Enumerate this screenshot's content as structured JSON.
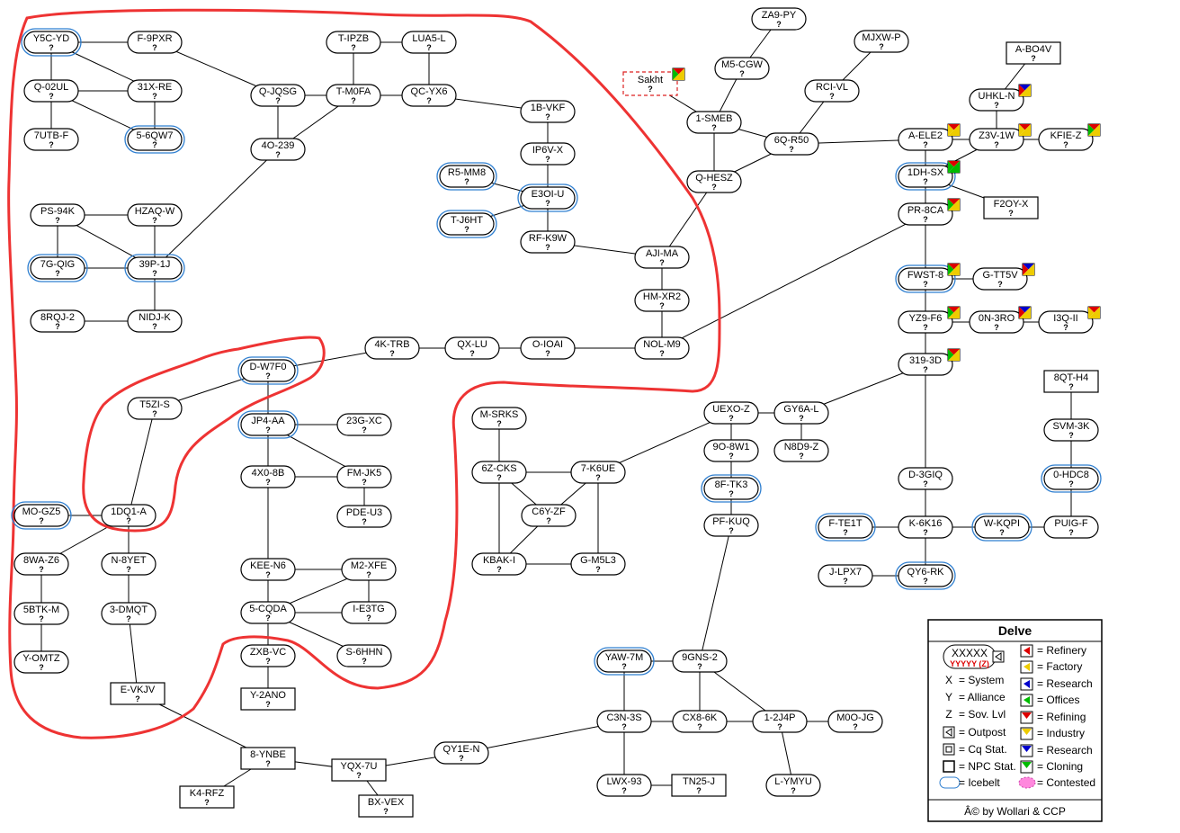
{
  "map": {
    "unknown_mark": "?",
    "annotation_color": "#ee3333",
    "icebelt_color": "#2f7fd0"
  },
  "systems": [
    {
      "id": "Y5C-YD",
      "icebelt": true
    },
    {
      "id": "F-9PXR"
    },
    {
      "id": "Q-02UL"
    },
    {
      "id": "31X-RE"
    },
    {
      "id": "7UTB-F"
    },
    {
      "id": "5-6QW7",
      "icebelt": true
    },
    {
      "id": "Q-JQSG"
    },
    {
      "id": "T-IPZB"
    },
    {
      "id": "LUA5-L"
    },
    {
      "id": "T-M0FA"
    },
    {
      "id": "QC-YX6"
    },
    {
      "id": "4O-239"
    },
    {
      "id": "1B-VKF"
    },
    {
      "id": "IP6V-X"
    },
    {
      "id": "R5-MM8",
      "icebelt": true
    },
    {
      "id": "E3OI-U",
      "icebelt": true
    },
    {
      "id": "T-J6HT",
      "icebelt": true
    },
    {
      "id": "RF-K9W"
    },
    {
      "id": "PS-94K"
    },
    {
      "id": "HZAQ-W"
    },
    {
      "id": "7G-QIG",
      "icebelt": true
    },
    {
      "id": "39P-1J",
      "icebelt": true
    },
    {
      "id": "8RQJ-2"
    },
    {
      "id": "NIDJ-K"
    },
    {
      "id": "AJI-MA"
    },
    {
      "id": "HM-XR2"
    },
    {
      "id": "4K-TRB"
    },
    {
      "id": "QX-LU"
    },
    {
      "id": "O-IOAI"
    },
    {
      "id": "NOL-M9"
    },
    {
      "id": "D-W7F0",
      "icebelt": true
    },
    {
      "id": "T5ZI-S"
    },
    {
      "id": "JP4-AA",
      "icebelt": true
    },
    {
      "id": "23G-XC"
    },
    {
      "id": "4X0-8B"
    },
    {
      "id": "FM-JK5"
    },
    {
      "id": "PDE-U3"
    },
    {
      "id": "MO-GZ5",
      "icebelt": true
    },
    {
      "id": "1DQ1-A"
    },
    {
      "id": "8WA-Z6"
    },
    {
      "id": "N-8YET"
    },
    {
      "id": "5BTK-M"
    },
    {
      "id": "3-DMQT"
    },
    {
      "id": "Y-OMTZ"
    },
    {
      "id": "KEE-N6"
    },
    {
      "id": "M2-XFE"
    },
    {
      "id": "5-CQDA"
    },
    {
      "id": "I-E3TG"
    },
    {
      "id": "S-6HHN"
    },
    {
      "id": "ZXB-VC"
    },
    {
      "id": "M-SRKS"
    },
    {
      "id": "6Z-CKS"
    },
    {
      "id": "7-K6UE"
    },
    {
      "id": "C6Y-ZF"
    },
    {
      "id": "KBAK-I"
    },
    {
      "id": "G-M5L3"
    },
    {
      "id": "UEXO-Z"
    },
    {
      "id": "GY6A-L"
    },
    {
      "id": "9O-8W1"
    },
    {
      "id": "N8D9-Z"
    },
    {
      "id": "8F-TK3",
      "icebelt": true
    },
    {
      "id": "PF-KUQ"
    },
    {
      "id": "ZA9-PY"
    },
    {
      "id": "M5-CGW"
    },
    {
      "id": "MJXW-P"
    },
    {
      "id": "RCI-VL"
    },
    {
      "id": "1-SMEB"
    },
    {
      "id": "6Q-R50"
    },
    {
      "id": "Q-HESZ"
    },
    {
      "id": "UHKL-N"
    },
    {
      "id": "A-ELE2"
    },
    {
      "id": "Z3V-1W"
    },
    {
      "id": "KFIE-Z"
    },
    {
      "id": "1DH-SX",
      "icebelt": true
    },
    {
      "id": "PR-8CA"
    },
    {
      "id": "FWST-8",
      "icebelt": true
    },
    {
      "id": "G-TT5V"
    },
    {
      "id": "YZ9-F6"
    },
    {
      "id": "0N-3RO"
    },
    {
      "id": "I3Q-II"
    },
    {
      "id": "319-3D"
    },
    {
      "id": "SVM-3K"
    },
    {
      "id": "0-HDC8",
      "icebelt": true
    },
    {
      "id": "D-3GIQ"
    },
    {
      "id": "F-TE1T",
      "icebelt": true
    },
    {
      "id": "K-6K16"
    },
    {
      "id": "W-KQPI",
      "icebelt": true
    },
    {
      "id": "PUIG-F"
    },
    {
      "id": "J-LPX7"
    },
    {
      "id": "QY6-RK",
      "icebelt": true
    },
    {
      "id": "YAW-7M",
      "icebelt": true
    },
    {
      "id": "9GNS-2"
    },
    {
      "id": "C3N-3S"
    },
    {
      "id": "CX8-6K"
    },
    {
      "id": "1-2J4P"
    },
    {
      "id": "M0O-JG"
    },
    {
      "id": "LWX-93"
    },
    {
      "id": "L-YMYU"
    },
    {
      "id": "QY1E-N"
    },
    {
      "id": "A-BO4V",
      "npc": true
    },
    {
      "id": "F2OY-X",
      "npc": true
    },
    {
      "id": "8QT-H4",
      "npc": true
    },
    {
      "id": "E-VKJV",
      "npc": true
    },
    {
      "id": "Y-2ANO",
      "npc": true
    },
    {
      "id": "8-YNBE",
      "npc": true
    },
    {
      "id": "YQX-7U",
      "npc": true
    },
    {
      "id": "K4-RFZ",
      "npc": true
    },
    {
      "id": "BX-VEX",
      "npc": true
    },
    {
      "id": "TN25-J",
      "npc": true
    },
    {
      "id": "Sakht",
      "external": true
    }
  ],
  "connections": [
    [
      "Y5C-YD",
      "F-9PXR"
    ],
    [
      "Y5C-YD",
      "Q-02UL"
    ],
    [
      "Y5C-YD",
      "31X-RE"
    ],
    [
      "F-9PXR",
      "Q-JQSG"
    ],
    [
      "Q-02UL",
      "31X-RE"
    ],
    [
      "Q-02UL",
      "7UTB-F"
    ],
    [
      "Q-02UL",
      "5-6QW7"
    ],
    [
      "31X-RE",
      "5-6QW7"
    ],
    [
      "Q-JQSG",
      "T-M0FA"
    ],
    [
      "Q-JQSG",
      "4O-239"
    ],
    [
      "T-IPZB",
      "LUA5-L"
    ],
    [
      "T-IPZB",
      "T-M0FA"
    ],
    [
      "LUA5-L",
      "QC-YX6"
    ],
    [
      "T-M0FA",
      "QC-YX6"
    ],
    [
      "T-M0FA",
      "4O-239"
    ],
    [
      "QC-YX6",
      "1B-VKF"
    ],
    [
      "4O-239",
      "39P-1J"
    ],
    [
      "1B-VKF",
      "IP6V-X"
    ],
    [
      "IP6V-X",
      "E3OI-U"
    ],
    [
      "R5-MM8",
      "E3OI-U"
    ],
    [
      "T-J6HT",
      "E3OI-U"
    ],
    [
      "E3OI-U",
      "RF-K9W"
    ],
    [
      "RF-K9W",
      "AJI-MA"
    ],
    [
      "PS-94K",
      "HZAQ-W"
    ],
    [
      "PS-94K",
      "7G-QIG"
    ],
    [
      "PS-94K",
      "39P-1J"
    ],
    [
      "HZAQ-W",
      "39P-1J"
    ],
    [
      "7G-QIG",
      "39P-1J"
    ],
    [
      "39P-1J",
      "NIDJ-K"
    ],
    [
      "8RQJ-2",
      "NIDJ-K"
    ],
    [
      "AJI-MA",
      "HM-XR2"
    ],
    [
      "AJI-MA",
      "Q-HESZ"
    ],
    [
      "HM-XR2",
      "NOL-M9"
    ],
    [
      "4K-TRB",
      "QX-LU"
    ],
    [
      "QX-LU",
      "O-IOAI"
    ],
    [
      "O-IOAI",
      "NOL-M9"
    ],
    [
      "NOL-M9",
      "PR-8CA"
    ],
    [
      "4K-TRB",
      "D-W7F0"
    ],
    [
      "D-W7F0",
      "T5ZI-S"
    ],
    [
      "D-W7F0",
      "JP4-AA"
    ],
    [
      "T5ZI-S",
      "1DQ1-A"
    ],
    [
      "JP4-AA",
      "23G-XC"
    ],
    [
      "JP4-AA",
      "4X0-8B"
    ],
    [
      "JP4-AA",
      "FM-JK5"
    ],
    [
      "4X0-8B",
      "FM-JK5"
    ],
    [
      "FM-JK5",
      "PDE-U3"
    ],
    [
      "4X0-8B",
      "KEE-N6"
    ],
    [
      "MO-GZ5",
      "1DQ1-A"
    ],
    [
      "1DQ1-A",
      "8WA-Z6"
    ],
    [
      "1DQ1-A",
      "N-8YET"
    ],
    [
      "8WA-Z6",
      "5BTK-M"
    ],
    [
      "5BTK-M",
      "Y-OMTZ"
    ],
    [
      "N-8YET",
      "3-DMQT"
    ],
    [
      "3-DMQT",
      "E-VKJV"
    ],
    [
      "KEE-N6",
      "M2-XFE"
    ],
    [
      "KEE-N6",
      "5-CQDA"
    ],
    [
      "M2-XFE",
      "5-CQDA"
    ],
    [
      "M2-XFE",
      "I-E3TG"
    ],
    [
      "5-CQDA",
      "I-E3TG"
    ],
    [
      "5-CQDA",
      "S-6HHN"
    ],
    [
      "5-CQDA",
      "ZXB-VC"
    ],
    [
      "ZXB-VC",
      "Y-2ANO"
    ],
    [
      "M-SRKS",
      "6Z-CKS"
    ],
    [
      "6Z-CKS",
      "7-K6UE"
    ],
    [
      "6Z-CKS",
      "C6Y-ZF"
    ],
    [
      "6Z-CKS",
      "KBAK-I"
    ],
    [
      "7-K6UE",
      "C6Y-ZF"
    ],
    [
      "7-K6UE",
      "G-M5L3"
    ],
    [
      "C6Y-ZF",
      "KBAK-I"
    ],
    [
      "KBAK-I",
      "G-M5L3"
    ],
    [
      "7-K6UE",
      "UEXO-Z"
    ],
    [
      "UEXO-Z",
      "GY6A-L"
    ],
    [
      "UEXO-Z",
      "9O-8W1"
    ],
    [
      "GY6A-L",
      "N8D9-Z"
    ],
    [
      "GY6A-L",
      "319-3D"
    ],
    [
      "9O-8W1",
      "8F-TK3"
    ],
    [
      "8F-TK3",
      "PF-KUQ"
    ],
    [
      "PF-KUQ",
      "9GNS-2"
    ],
    [
      "ZA9-PY",
      "M5-CGW"
    ],
    [
      "M5-CGW",
      "1-SMEB"
    ],
    [
      "MJXW-P",
      "RCI-VL"
    ],
    [
      "RCI-VL",
      "6Q-R50"
    ],
    [
      "Sakht",
      "1-SMEB"
    ],
    [
      "1-SMEB",
      "6Q-R50"
    ],
    [
      "1-SMEB",
      "Q-HESZ"
    ],
    [
      "Q-HESZ",
      "6Q-R50"
    ],
    [
      "6Q-R50",
      "A-ELE2"
    ],
    [
      "A-ELE2",
      "Z3V-1W"
    ],
    [
      "A-ELE2",
      "1DH-SX"
    ],
    [
      "Z3V-1W",
      "1DH-SX"
    ],
    [
      "Z3V-1W",
      "UHKL-N"
    ],
    [
      "Z3V-1W",
      "KFIE-Z"
    ],
    [
      "UHKL-N",
      "A-BO4V"
    ],
    [
      "1DH-SX",
      "F2OY-X"
    ],
    [
      "1DH-SX",
      "PR-8CA"
    ],
    [
      "PR-8CA",
      "FWST-8"
    ],
    [
      "FWST-8",
      "G-TT5V"
    ],
    [
      "FWST-8",
      "YZ9-F6"
    ],
    [
      "YZ9-F6",
      "0N-3RO"
    ],
    [
      "0N-3RO",
      "I3Q-II"
    ],
    [
      "YZ9-F6",
      "319-3D"
    ],
    [
      "319-3D",
      "D-3GIQ"
    ],
    [
      "D-3GIQ",
      "K-6K16"
    ],
    [
      "K-6K16",
      "F-TE1T"
    ],
    [
      "K-6K16",
      "W-KQPI"
    ],
    [
      "K-6K16",
      "QY6-RK"
    ],
    [
      "W-KQPI",
      "PUIG-F"
    ],
    [
      "PUIG-F",
      "0-HDC8"
    ],
    [
      "0-HDC8",
      "SVM-3K"
    ],
    [
      "SVM-3K",
      "8QT-H4"
    ],
    [
      "J-LPX7",
      "QY6-RK"
    ],
    [
      "YAW-7M",
      "9GNS-2"
    ],
    [
      "YAW-7M",
      "C3N-3S"
    ],
    [
      "9GNS-2",
      "CX8-6K"
    ],
    [
      "9GNS-2",
      "1-2J4P"
    ],
    [
      "C3N-3S",
      "CX8-6K"
    ],
    [
      "CX8-6K",
      "1-2J4P"
    ],
    [
      "1-2J4P",
      "M0O-JG"
    ],
    [
      "1-2J4P",
      "L-YMYU"
    ],
    [
      "C3N-3S",
      "LWX-93"
    ],
    [
      "LWX-93",
      "TN25-J"
    ],
    [
      "C3N-3S",
      "QY1E-N"
    ],
    [
      "QY1E-N",
      "YQX-7U"
    ],
    [
      "YQX-7U",
      "8-YNBE"
    ],
    [
      "YQX-7U",
      "BX-VEX"
    ],
    [
      "8-YNBE",
      "K4-RFZ"
    ],
    [
      "8-YNBE",
      "E-VKJV"
    ]
  ],
  "station_icons": [
    {
      "system": "Sakht",
      "icon": "offices-flag"
    },
    {
      "system": "UHKL-N",
      "icon": "research-flag"
    },
    {
      "system": "A-ELE2",
      "icon": "factory-flag"
    },
    {
      "system": "Z3V-1W",
      "icon": "factory-flag"
    },
    {
      "system": "KFIE-Z",
      "icon": "offices-flag"
    },
    {
      "system": "1DH-SX",
      "icon": "cloning-flag"
    },
    {
      "system": "PR-8CA",
      "icon": "offices-flag"
    },
    {
      "system": "FWST-8",
      "icon": "offices-flag"
    },
    {
      "system": "G-TT5V",
      "icon": "research-flag"
    },
    {
      "system": "YZ9-F6",
      "icon": "offices-flag"
    },
    {
      "system": "0N-3RO",
      "icon": "research-flag"
    },
    {
      "system": "I3Q-II",
      "icon": "factory-flag"
    },
    {
      "system": "319-3D",
      "icon": "offices-flag"
    }
  ],
  "legend": {
    "title": "Delve",
    "sample_name": "XXXXX",
    "sample_sub": "YYYYY (Z)",
    "keys": [
      {
        "symbol": "X",
        "text": "= System"
      },
      {
        "symbol": "Y",
        "text": "= Alliance"
      },
      {
        "symbol": "Z",
        "text": "= Sov. Lvl"
      },
      {
        "symbol": "outpost-icon",
        "text": "= Outpost"
      },
      {
        "symbol": "cq-station-icon",
        "text": "= Cq Stat."
      },
      {
        "symbol": "npc-station-icon",
        "text": "= NPC Stat."
      },
      {
        "symbol": "icebelt-icon",
        "text": "= Icebelt"
      }
    ],
    "services": [
      {
        "icon": "refinery",
        "text": "= Refinery",
        "color": "#dd0000"
      },
      {
        "icon": "factory",
        "text": "= Factory",
        "color": "#eecc00"
      },
      {
        "icon": "research",
        "text": "= Research",
        "color": "#0000cc"
      },
      {
        "icon": "offices",
        "text": "= Offices",
        "color": "#00bb00"
      },
      {
        "icon": "refining",
        "text": "= Refining",
        "color": "#dd0000"
      },
      {
        "icon": "industry",
        "text": "= Industry",
        "color": "#eecc00"
      },
      {
        "icon": "research-lab",
        "text": "= Research",
        "color": "#0000cc"
      },
      {
        "icon": "cloning",
        "text": "= Cloning",
        "color": "#00bb00"
      },
      {
        "icon": "contested",
        "text": "= Contested",
        "color": "#ff88dd"
      }
    ],
    "credit": "Â© by Wollari & CCP"
  }
}
